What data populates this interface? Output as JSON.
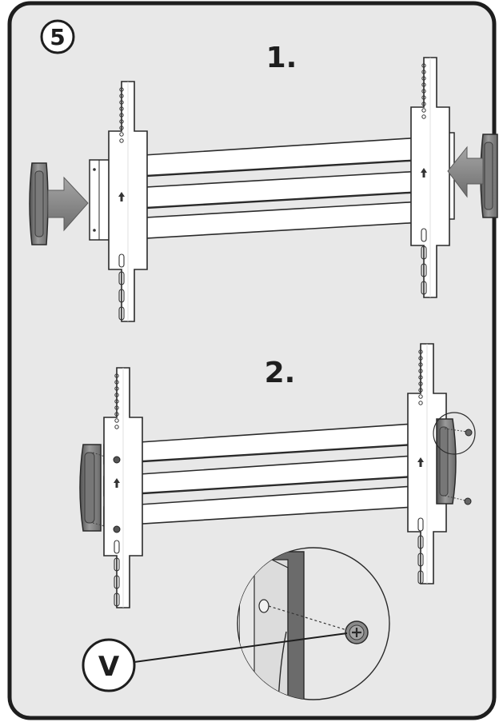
{
  "step_badge": "5",
  "panels": [
    {
      "label": "1."
    },
    {
      "label": "2."
    }
  ],
  "detail_callout": {
    "label": "V"
  },
  "colors": {
    "panel_bg": "#e8e8e8",
    "frame": "#1e1e1e",
    "rail_fill": "#ffffff",
    "rail_stroke": "#2a2a2a",
    "bracket_fill": "#ffffff",
    "endcap_fill": "#8c8c8c",
    "endcap_dark": "#5c5c5c",
    "arrow_fill": "#8a8a8a",
    "detail_dark": "#6b6b6b"
  }
}
